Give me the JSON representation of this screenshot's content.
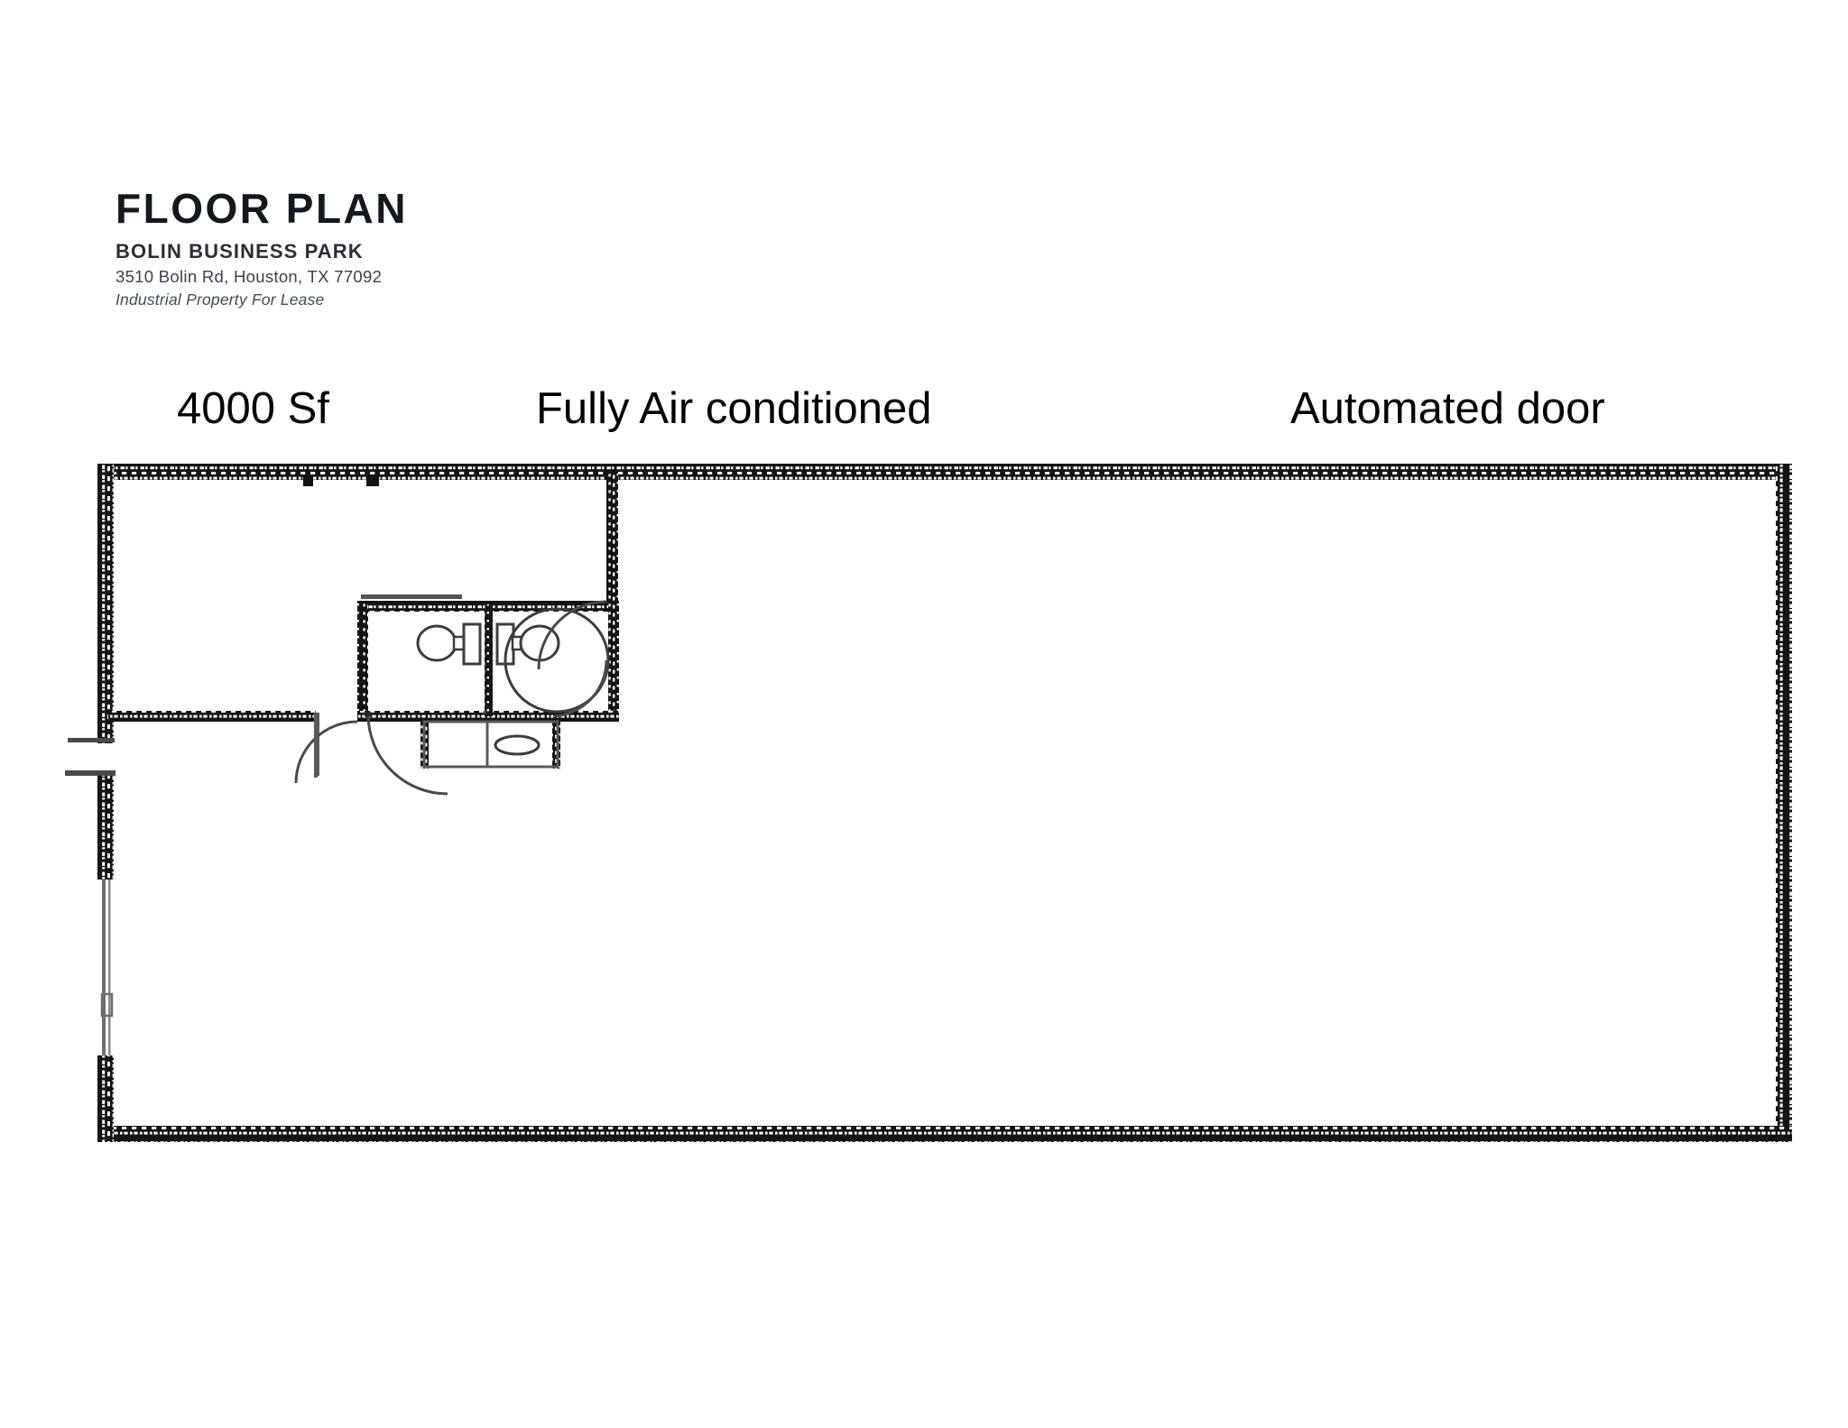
{
  "title_block": {
    "title": "FLOOR PLAN",
    "park_name": "BOLIN BUSINESS PARK",
    "address": "3510 Bolin Rd, Houston, TX 77092",
    "subtitle": "Industrial Property For Lease"
  },
  "callouts": [
    {
      "id": "area",
      "label": "4000 Sf"
    },
    {
      "id": "hvac",
      "label": "Fully Air conditioned"
    },
    {
      "id": "door",
      "label": "Automated door"
    }
  ],
  "colors": {
    "wall_dark": "#1a1a1a",
    "wall_light": "#6e6e6e",
    "fixture_stroke": "#3d3d3d",
    "background": "#ffffff",
    "title_text": "#14181f",
    "callout_text": "#000000"
  },
  "floorplan": {
    "description": "Industrial warehouse shell with restroom core at upper-left",
    "rooms": [
      {
        "name": "warehouse-open-area",
        "label": ""
      },
      {
        "name": "restroom-stall-left",
        "label": ""
      },
      {
        "name": "restroom-stall-right",
        "label": ""
      },
      {
        "name": "vanity-counter",
        "label": ""
      }
    ],
    "fixtures": [
      {
        "name": "toilet",
        "count": 2
      },
      {
        "name": "ada-turning-circle",
        "count": 1
      },
      {
        "name": "sink-basin",
        "count": 1
      },
      {
        "name": "door-swing",
        "count": 4
      }
    ]
  }
}
